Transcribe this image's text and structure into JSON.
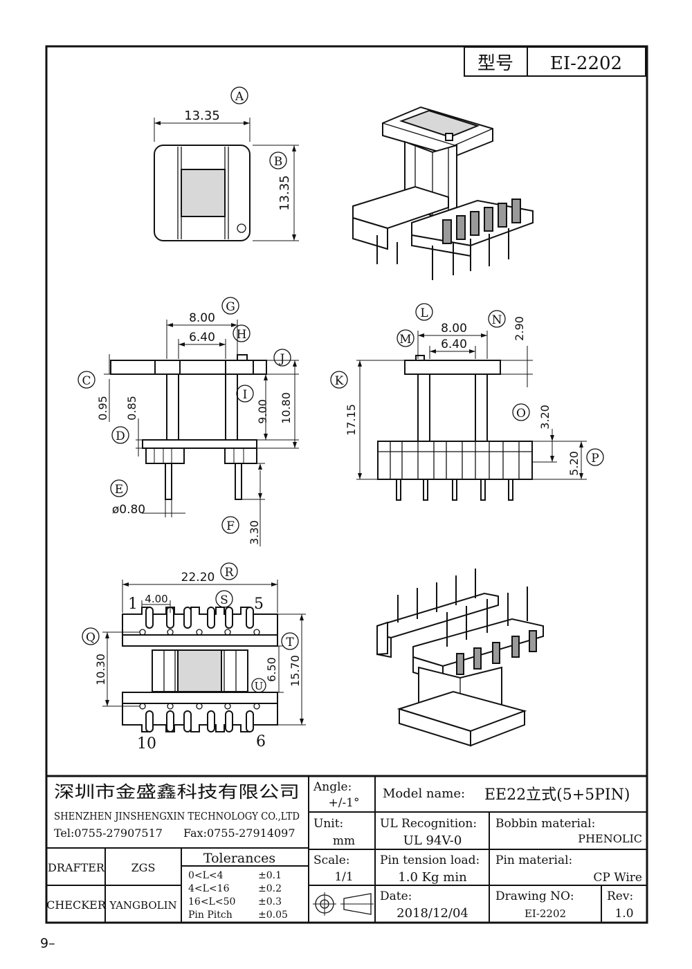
{
  "title_block": {
    "model_cn": "型号",
    "model_no": "EI-2202"
  },
  "labels": [
    "A",
    "B",
    "C",
    "D",
    "E",
    "F",
    "G",
    "H",
    "I",
    "J",
    "K",
    "L",
    "M",
    "N",
    "O",
    "P",
    "Q",
    "R",
    "S",
    "T",
    "U"
  ],
  "dimensions": {
    "A": "13.35",
    "B": "13.35",
    "G": "8.00",
    "H": "6.40",
    "C": "0.95",
    "D": "0.85",
    "I": "9.00",
    "J": "10.80",
    "E": "ø0.80",
    "F": "3.30",
    "L": "8.00",
    "M": "6.40",
    "N": "2.90",
    "K": "17.15",
    "O": "3.20",
    "P": "5.20",
    "R": "22.20",
    "S": "4.00",
    "Q": "10.30",
    "U": "6.50",
    "T": "15.70"
  },
  "pin_numbers": {
    "p1": "1",
    "p5": "5",
    "p10": "10",
    "p6": "6"
  },
  "company": {
    "name_cn": "深圳市金盛鑫科技有限公司",
    "name_en": "SHENZHEN JINSHENGXIN TECHNOLOGY CO.,LTD",
    "tel": "Tel:0755-27907517",
    "fax": "Fax:0755-27914097"
  },
  "people": {
    "drafter_label": "DRAFTER",
    "drafter": "ZGS",
    "checker_label": "CHECKER",
    "checker": "YANGBOLIN"
  },
  "tolerances": {
    "title": "Tolerances",
    "rows": [
      {
        "range": "0<L<4",
        "tol": "±0.1"
      },
      {
        "range": "4<L<16",
        "tol": "±0.2"
      },
      {
        "range": "16<L<50",
        "tol": "±0.3"
      },
      {
        "range": "Pin Pitch",
        "tol": "±0.05"
      }
    ]
  },
  "angle": {
    "label": "Angle:",
    "value": "+/-1°"
  },
  "unit": {
    "label": "Unit:",
    "value": "mm"
  },
  "scale": {
    "label": "Scale:",
    "value": "1/1"
  },
  "model": {
    "label": "Model name:",
    "value": "EE22立式(5+5PIN)"
  },
  "ul": {
    "label": "UL Recognition:",
    "value": "UL 94V-0"
  },
  "bobbin": {
    "label": "Bobbin material:",
    "value": "PHENOLIC"
  },
  "pin_tension": {
    "label": "Pin tension load:",
    "value": "1.0 Kg min"
  },
  "pin_material": {
    "label": "Pin material:",
    "value": "CP Wire"
  },
  "date": {
    "label": "Date:",
    "value": "2018/12/04"
  },
  "drawing": {
    "label": "Drawing NO:",
    "value": "EI-2202"
  },
  "rev": {
    "label": "Rev:",
    "value": "1.0"
  },
  "page_number": "9–"
}
